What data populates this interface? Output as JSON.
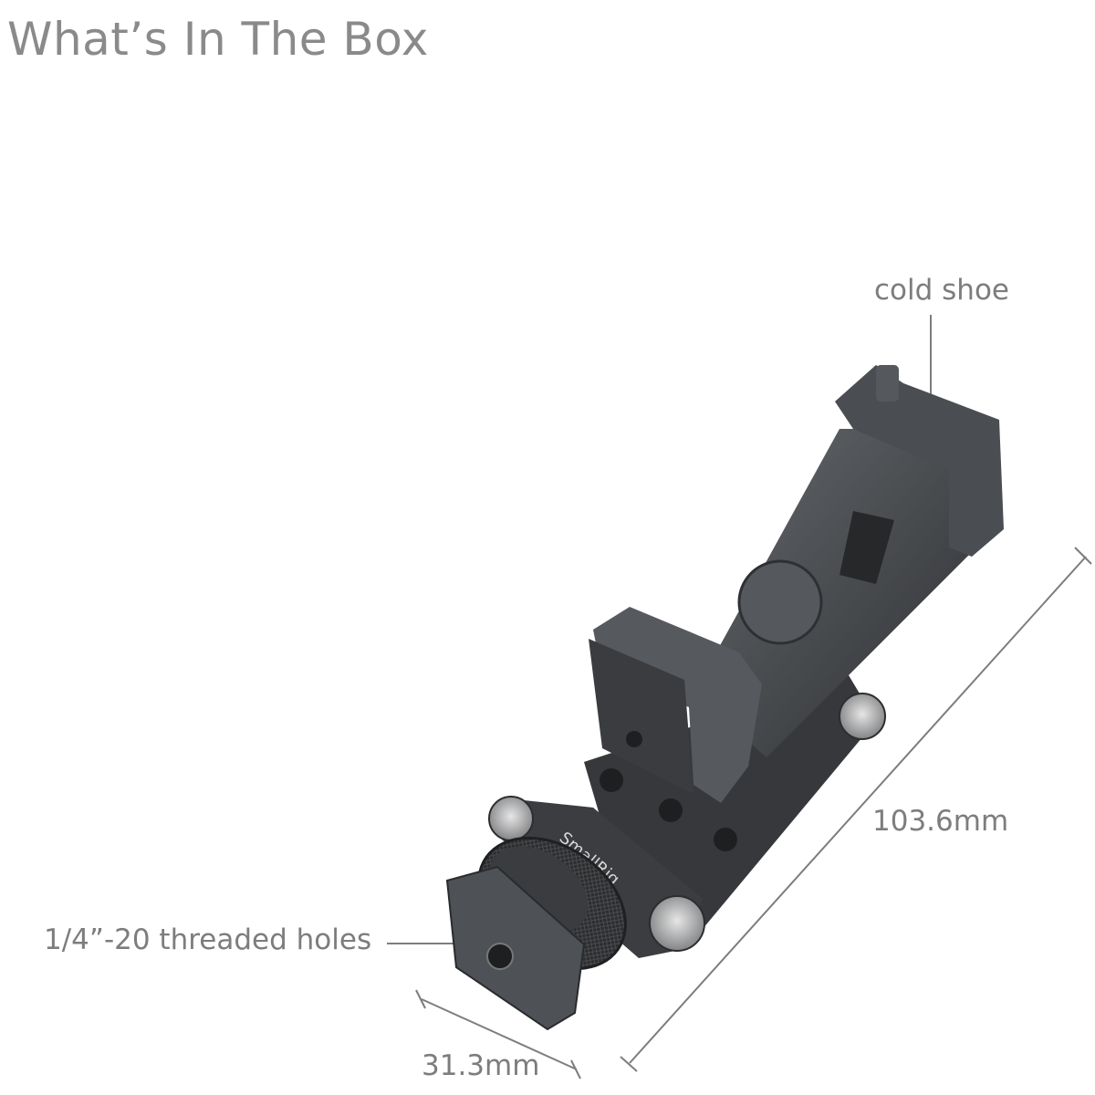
{
  "title": "What’s In The Box",
  "product": {
    "brand": "SmallRig",
    "callouts": {
      "cold_shoe": "cold shoe",
      "threaded_holes": "1/4”-20 threaded holes",
      "length": "103.6mm",
      "width": "31.3mm"
    }
  },
  "colors": {
    "text": "#8a8a8a",
    "line": "#7d7d7d",
    "metal": "#3f4144",
    "metal_light": "#5c5f63"
  }
}
